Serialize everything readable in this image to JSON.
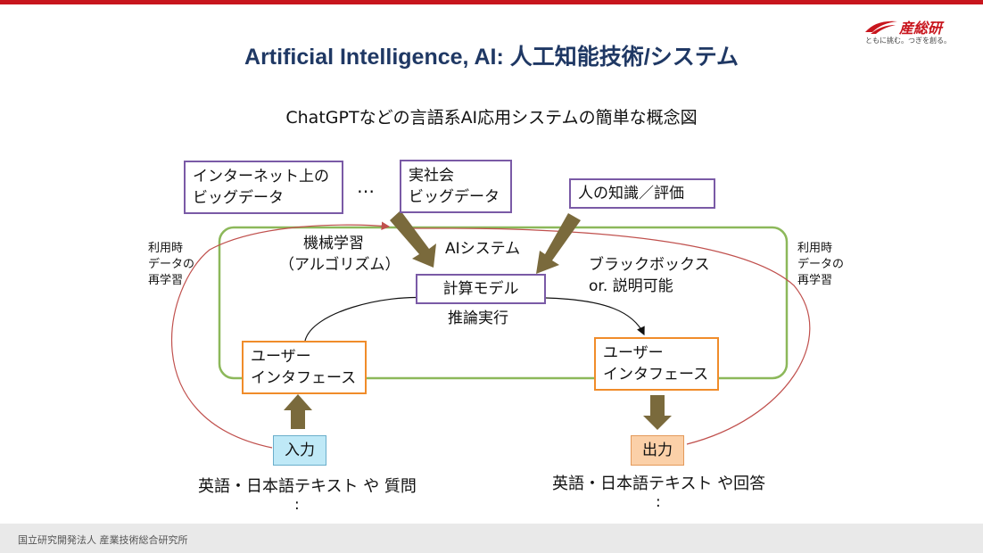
{
  "header": {
    "brand_name": "産総研",
    "brand_tagline": "ともに挑む。つぎを創る。",
    "brand_color": "#c8151d"
  },
  "title": "Artificial Intelligence, AI: 人工知能技術/システム",
  "subtitle": "ChatGPTなどの言語系AI応用システムの簡単な概念図",
  "diagram": {
    "sources": {
      "internet_line1": "インターネット上の",
      "internet_line2": "ビッグデータ",
      "ellipsis": "…",
      "society_line1": "実社会",
      "society_line2": "ビッグデータ",
      "human_knowledge": "人の知識／評価"
    },
    "ml_label_line1": "機械学習",
    "ml_label_line2": "（アルゴリズム）",
    "ai_system_label": "AIシステム",
    "compute_model": "計算モデル",
    "inference": "推論実行",
    "blackbox_line1": "ブラックボックス",
    "blackbox_line2": "or. 説明可能",
    "left_feedback": [
      "利用時",
      "データの",
      "再学習"
    ],
    "right_feedback": [
      "利用時",
      "データの",
      "再学習"
    ],
    "ui_left": [
      "ユーザー",
      "インタフェース"
    ],
    "ui_right": [
      "ユーザー",
      "インタフェース"
    ],
    "input_label": "入力",
    "output_label": "出力",
    "input_text": "英語・日本語テキスト や 質問",
    "output_text": "英語・日本語テキスト や回答",
    "input_cont": ":",
    "output_cont": ":",
    "colors": {
      "source_border": "#7a5aa6",
      "ui_border": "#f08c2a",
      "system_border": "#8cb85a",
      "arrow_fill": "#7a6a3c",
      "feedback_line": "#c0504d",
      "input_fill": "#bfe9f7",
      "output_fill": "#fbd0a8"
    }
  },
  "footer": {
    "text": "国立研究開発法人 産業技術総合研究所"
  }
}
